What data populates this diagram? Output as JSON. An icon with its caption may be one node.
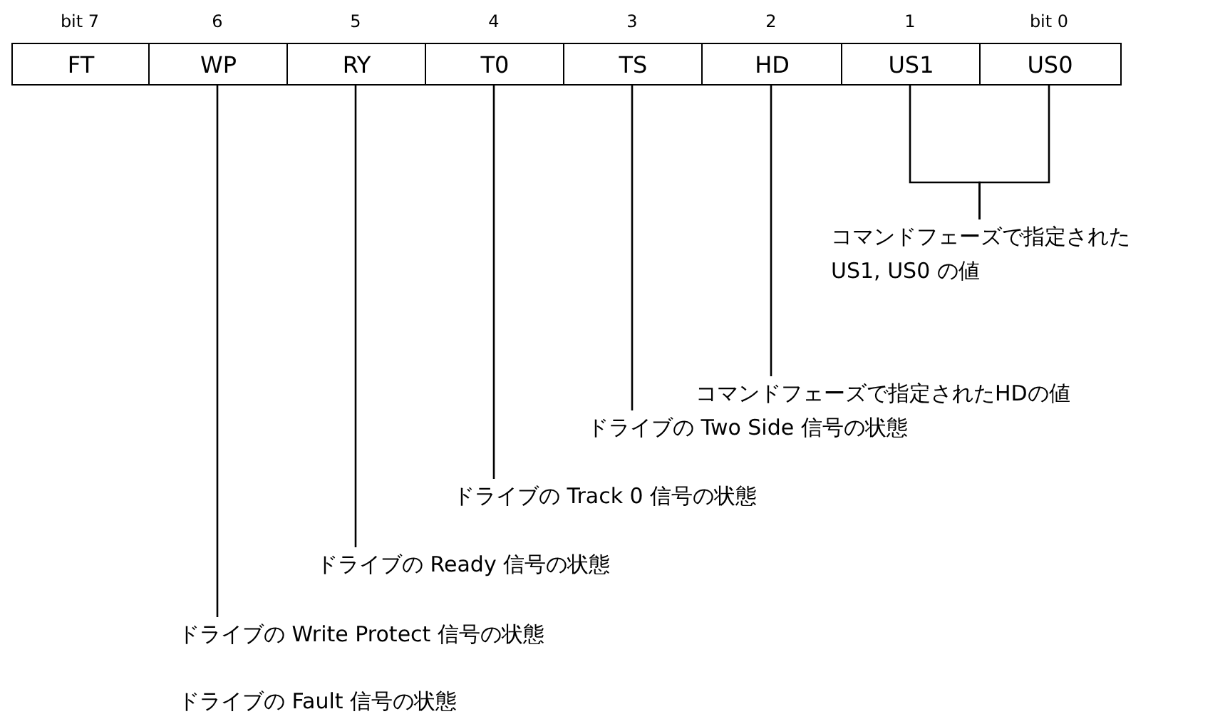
{
  "diagram": {
    "nodes": [
      {
        "text": [
          "FT"
        ],
        "beside": [
          "bit 7"
        ]
      },
      {
        "text": [
          "WP"
        ],
        "beside": [
          "6"
        ]
      },
      {
        "text": [
          "RY"
        ],
        "beside": [
          "5"
        ]
      },
      {
        "text": [
          "T0"
        ],
        "beside": [
          "4"
        ]
      },
      {
        "text": [
          "TS"
        ],
        "beside": [
          "3"
        ]
      },
      {
        "text": [
          "HD"
        ],
        "beside": [
          "2"
        ]
      },
      {
        "text": [
          "US1"
        ],
        "beside": [
          "1"
        ]
      },
      {
        "text": [
          "US0"
        ],
        "beside": [
          "bit 0"
        ]
      },
      {
        "text": [
          "コマンドフェーズで指定されたUS1, US0 の値"
        ]
      },
      {
        "text": [
          "コマンドフェーズで指定されたHDの値"
        ]
      },
      {
        "text": [
          "ドライブの Two Side 信号の状態"
        ]
      },
      {
        "text": [
          "ドライブの Track 0 信号の状態"
        ]
      },
      {
        "text": [
          "ドライブの Ready 信号の状態"
        ]
      },
      {
        "text": [
          "ドライブの Write Protect 信号の状態"
        ]
      }
    ],
    "edges": [
      {
        "from": 6,
        "to": 8,
        "arrow": "none"
      },
      {
        "from": 7,
        "to": 8,
        "arrow": "none"
      },
      {
        "from": 5,
        "to": 9,
        "arrow": "none"
      },
      {
        "from": 4,
        "to": 10,
        "arrow": "none"
      },
      {
        "from": 3,
        "to": 11,
        "arrow": "none"
      },
      {
        "from": 2,
        "to": 12,
        "arrow": "none"
      },
      {
        "from": 1,
        "to": 13,
        "arrow": "none"
      }
    ],
    "labels": [
      "ドライブの Fault 信号の状態"
    ]
  }
}
